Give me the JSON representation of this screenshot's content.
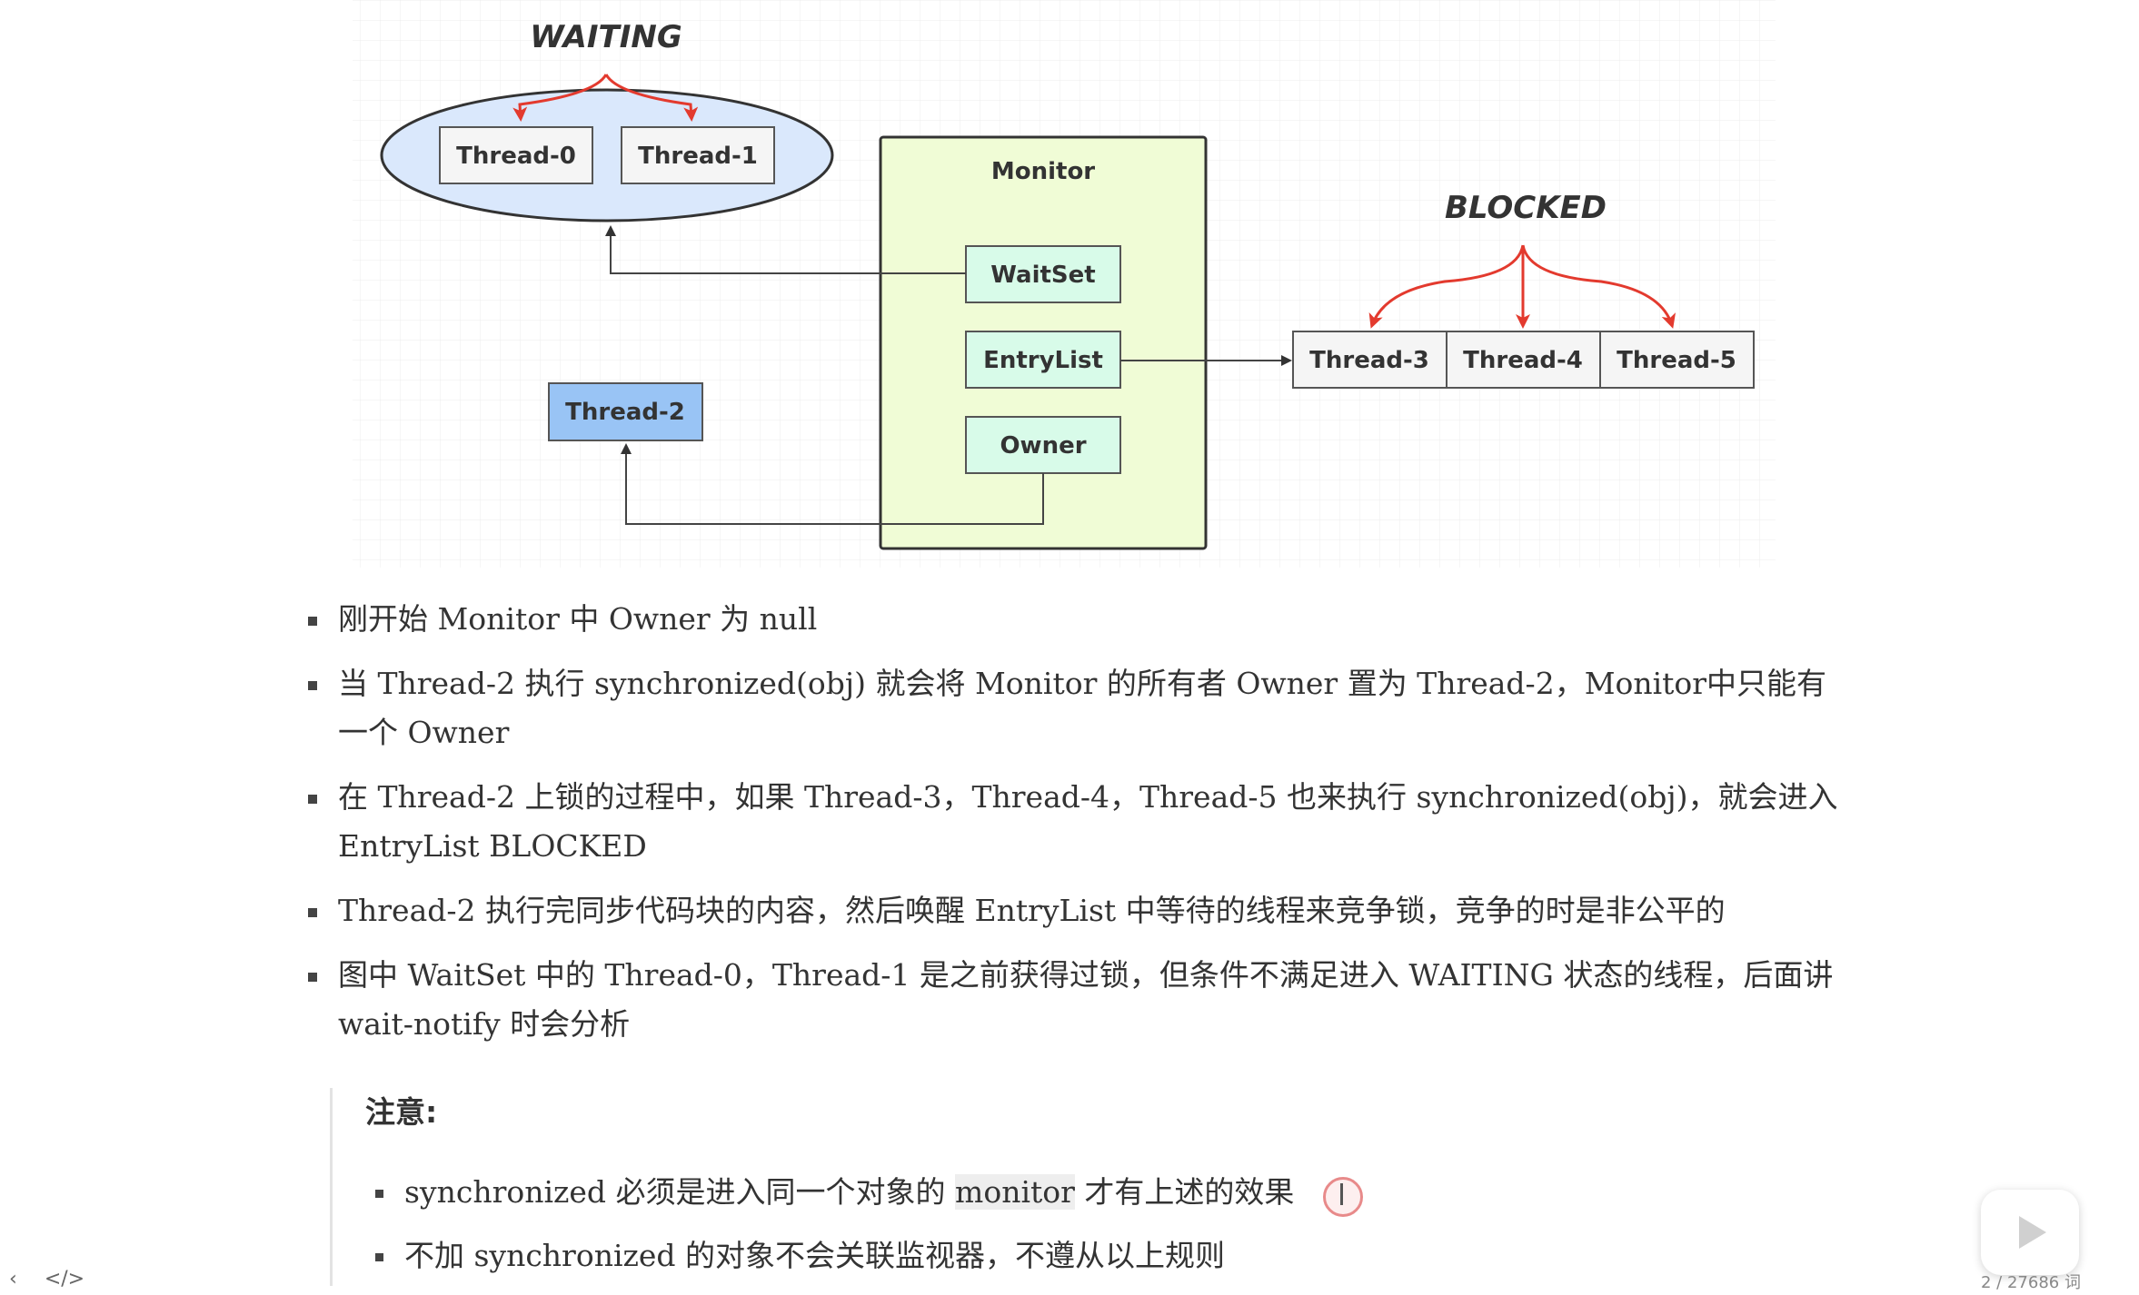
{
  "diagram": {
    "waiting_label": "WAITING",
    "blocked_label": "BLOCKED",
    "monitor_label": "Monitor",
    "waitset": "WaitSet",
    "entrylist": "EntryList",
    "owner": "Owner",
    "waiting_threads": [
      "Thread-0",
      "Thread-1"
    ],
    "blocked_threads": [
      "Thread-3",
      "Thread-4",
      "Thread-5"
    ],
    "owner_thread": "Thread-2",
    "colors": {
      "waiting_fill": "#dae8fc",
      "monitor_fill": "#f0fcd6",
      "inner_fill": "#d8fbe9",
      "thread2_fill": "#99c4f5",
      "thread_fill": "#f5f5f5",
      "red_arrow": "#e33a2e"
    }
  },
  "bullets": [
    "刚开始 Monitor 中 Owner 为 null",
    "当 Thread-2 执行 synchronized(obj) 就会将 Monitor 的所有者 Owner 置为 Thread-2，Monitor中只能有一个 Owner",
    "在 Thread-2 上锁的过程中，如果 Thread-3，Thread-4，Thread-5 也来执行 synchronized(obj)，就会进入 EntryList BLOCKED",
    "Thread-2 执行完同步代码块的内容，然后唤醒 EntryList 中等待的线程来竞争锁，竞争的时是非公平的",
    "图中 WaitSet 中的 Thread-0，Thread-1 是之前获得过锁，但条件不满足进入 WAITING 状态的线程，后面讲 wait-notify 时会分析"
  ],
  "note": {
    "title": "注意:",
    "item1_before": "synchronized 必须是进入同一个对象的",
    "item1_highlight": "monitor",
    "item1_after": "才有上述的效果",
    "item2": "不加 synchronized 的对象不会关联监视器，不遵从以上规则"
  },
  "footer": {
    "word_count": "2 / 27686 词"
  }
}
